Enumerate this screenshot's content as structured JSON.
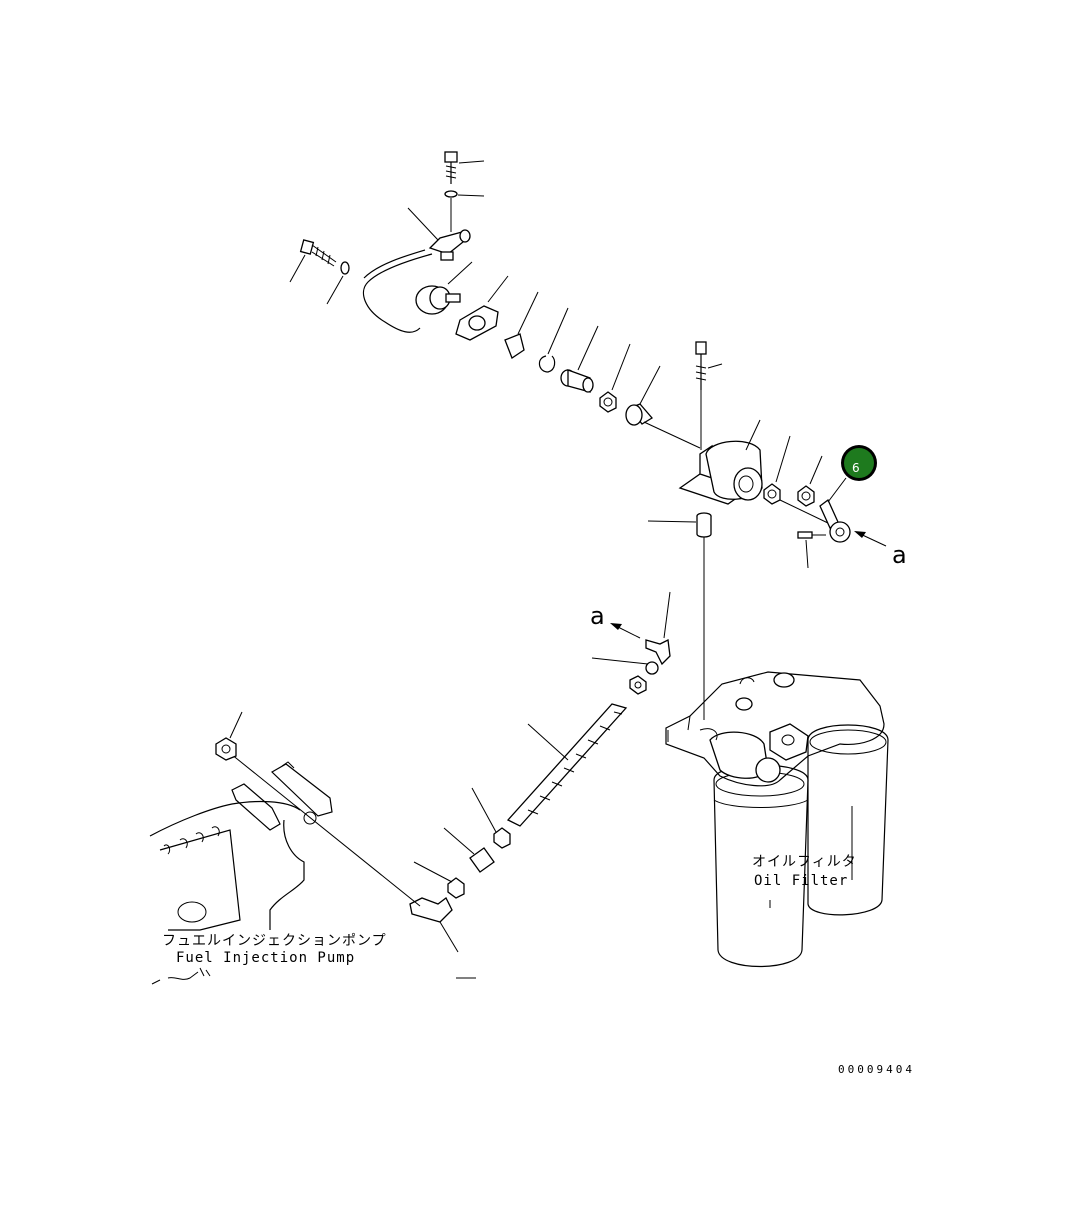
{
  "labels": {
    "fuel_pump_jp": "フュエルインジェクションポンプ",
    "fuel_pump_en": "Fuel Injection Pump",
    "oil_filter_jp": "オイルフィルタ",
    "oil_filter_en": "Oil Filter",
    "view_a_top": "a",
    "view_a_left": "a",
    "drawing_number": "00009404"
  },
  "callout": {
    "number": "6",
    "fill_color": "#1e7a1e",
    "ring_color": "#000000"
  }
}
